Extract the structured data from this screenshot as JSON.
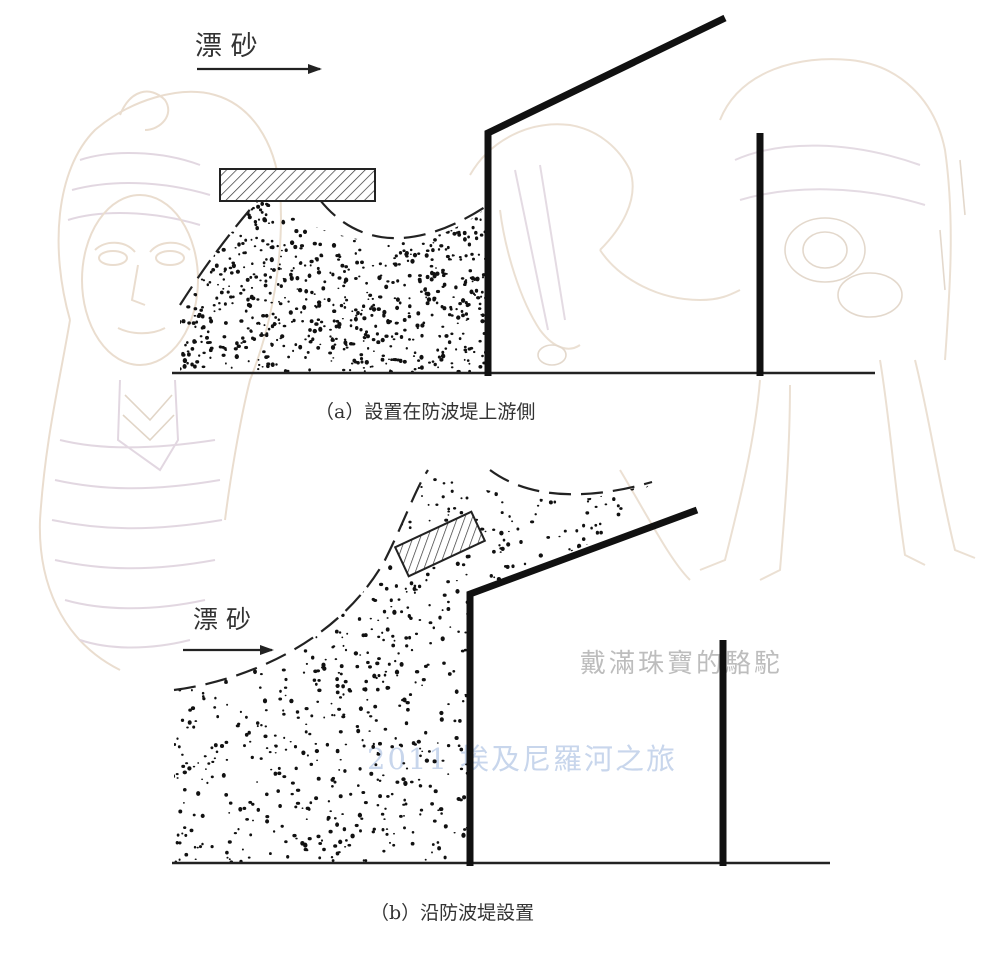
{
  "panel_a": {
    "drift_label": "漂 砂",
    "caption": "（a）設置在防波堤上游側"
  },
  "panel_b": {
    "drift_label": "漂 砂",
    "caption": "（b）沿防波堤設置"
  },
  "watermark": {
    "camel_credit": "戴滿珠寶的駱駝",
    "trip_title": "2011 埃及尼羅河之旅"
  },
  "colors": {
    "ink": "#111111",
    "watermark_blue": "#c8d6ec",
    "watermark_grey": "#bdbdbd",
    "sketch_tan": "#d9c2a8"
  }
}
